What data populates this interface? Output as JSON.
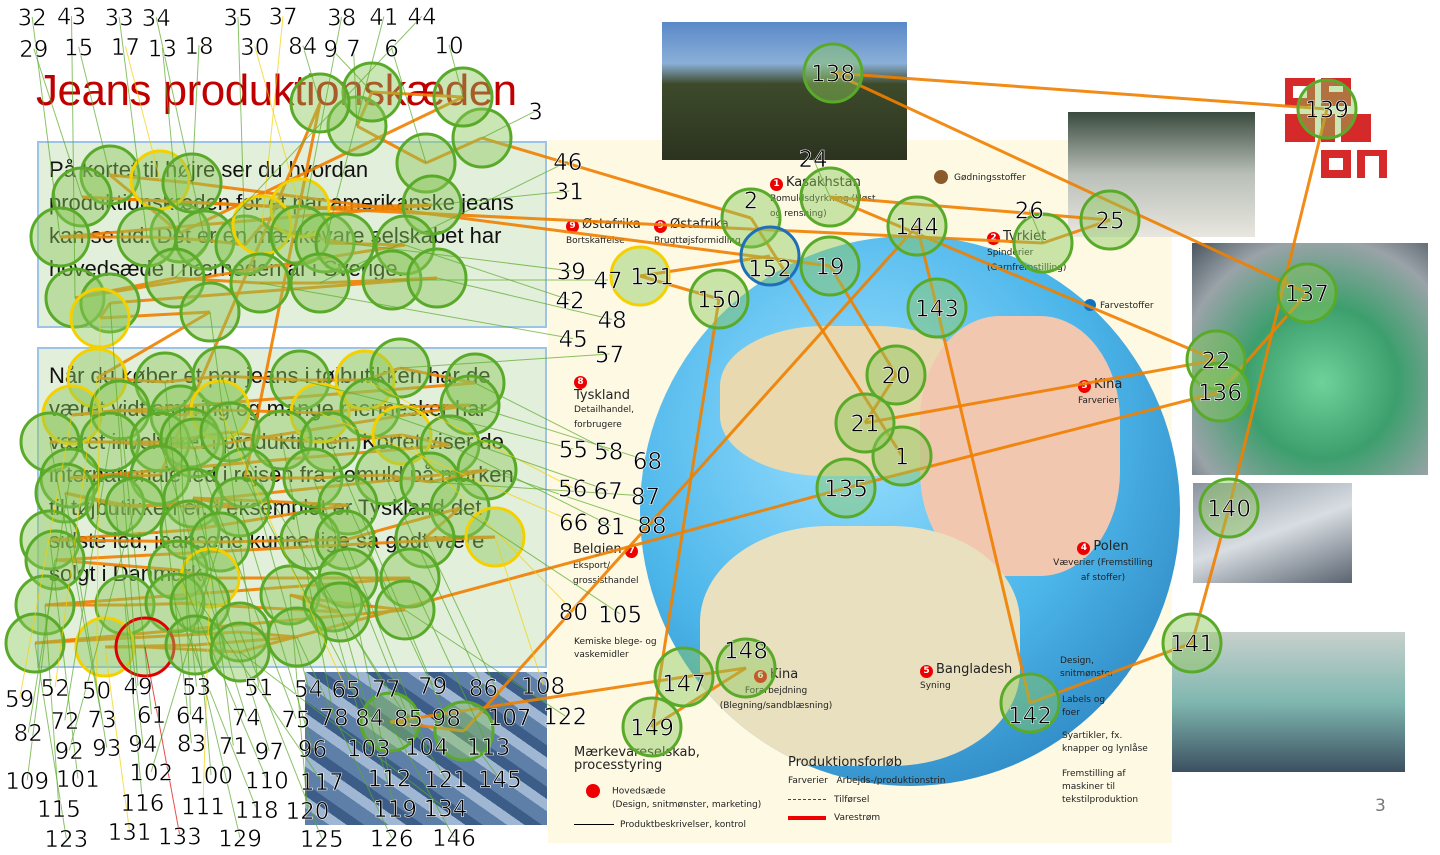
{
  "slide": {
    "title": "Jeans produktionskæden",
    "page_number": "3",
    "paragraph1": "På kortet til højre ser du hvordan produktionskæden for et par amerikanske jeans kan se ud. Det er en mærkevare selskabet har hovedsæde i nærheden af i Sverige.",
    "paragraph2": "Når du køber et par jeans i tøjbutikken har de været vidt omkring og mange mennesker har været involveret i produktionen. Kortet viser de internationale led i rejsen fra bomuld på marken til tøjbutikken er. I eksemplet er Tyskland det sidste led, jeansene kunne lige så godt være solgt i Danmark",
    "logo_text": "OR SIL ON"
  },
  "map": {
    "labels": [
      {
        "n": "1",
        "name": "Kasakhstan",
        "sub": "Bomuldsdyrkning (Høst og rensning)"
      },
      {
        "n": "2",
        "name": "Tyrkiet",
        "sub": "Spinderier (Garnfremstilling)"
      },
      {
        "n": "3",
        "name": "Kina",
        "sub": "Farverier"
      },
      {
        "n": "4",
        "name": "Polen",
        "sub": "Væverier (Fremstilling af stoffer)"
      },
      {
        "n": "5",
        "name": "Bangladesh",
        "sub": "Syning"
      },
      {
        "n": "6",
        "name": "Kina",
        "sub": "Forarbejdning (Blegning/sandblæsning)"
      },
      {
        "n": "7",
        "name": "Belgien",
        "sub": "Eksport/ grossisthandel"
      },
      {
        "n": "8",
        "name": "Tyskland",
        "sub": "Detailhandel, forbrugere"
      },
      {
        "n": "9",
        "name": "Østafrika",
        "sub": "Brugttøjsformidling"
      },
      {
        "n": "9",
        "name": "Østafrika",
        "sub": "Bortskaffelse"
      }
    ],
    "inputs": {
      "fertilizer": "Gødningsstoffer",
      "dyes": "Farvestoffer",
      "chemicals": "Kemiske blege- og vaskemidler",
      "design": "Design, snitmønster",
      "labels": "Labels og foer",
      "accessories": "Syartikler, fx. knapper og lynlåse",
      "machines": "Fremstilling af maskiner til tekstilproduktion"
    },
    "legend": {
      "company_title": "Mærkevareselskab, processtyring",
      "hq": "Hovedsæde",
      "hq_sub": "(Design, snitmønster, marketing)",
      "product_desc": "Produktbeskrivelser, kontrol",
      "flow_title": "Produktionsforløb",
      "dyehouse": "Farverier",
      "step": "Arbejds-/produktionstrin",
      "supply": "Tilførsel",
      "goods": "Varestrøm"
    }
  },
  "fixations": [
    {
      "l": "1",
      "c": "g"
    },
    {
      "l": "2",
      "c": "g"
    },
    {
      "l": "3",
      "c": "g"
    },
    {
      "l": "6",
      "c": "g"
    },
    {
      "l": "7",
      "c": "g"
    },
    {
      "l": "9",
      "c": "g"
    },
    {
      "l": "10",
      "c": "g"
    },
    {
      "l": "84",
      "c": "g"
    },
    {
      "l": "13",
      "c": "g"
    },
    {
      "l": "15",
      "c": "g"
    },
    {
      "l": "17",
      "c": "y"
    },
    {
      "l": "18",
      "c": "g"
    },
    {
      "l": "19",
      "c": "g"
    },
    {
      "l": "20",
      "c": "g"
    },
    {
      "l": "21",
      "c": "g"
    },
    {
      "l": "22",
      "c": "g"
    },
    {
      "l": "24",
      "c": "g"
    },
    {
      "l": "25",
      "c": "g"
    },
    {
      "l": "26",
      "c": "g"
    },
    {
      "l": "29",
      "c": "g"
    },
    {
      "l": "30",
      "c": "y"
    },
    {
      "l": "31",
      "c": "g"
    },
    {
      "l": "32",
      "c": "g"
    },
    {
      "l": "33",
      "c": "g"
    },
    {
      "l": "34",
      "c": "g"
    },
    {
      "l": "35",
      "c": "g"
    },
    {
      "l": "37",
      "c": "y"
    },
    {
      "l": "38",
      "c": "g"
    },
    {
      "l": "41",
      "c": "g"
    },
    {
      "l": "39",
      "c": "g"
    },
    {
      "l": "42",
      "c": "g"
    },
    {
      "l": "44",
      "c": "g"
    },
    {
      "l": "45",
      "c": "g"
    },
    {
      "l": "46",
      "c": "g"
    },
    {
      "l": "47",
      "c": "g"
    },
    {
      "l": "48",
      "c": "g"
    },
    {
      "l": "43",
      "c": "g"
    },
    {
      "l": "49",
      "c": "g"
    },
    {
      "l": "50",
      "c": "y"
    },
    {
      "l": "51",
      "c": "g"
    },
    {
      "l": "52",
      "c": "y"
    },
    {
      "l": "53",
      "c": "g"
    },
    {
      "l": "54",
      "c": "g"
    },
    {
      "l": "55",
      "c": "g"
    },
    {
      "l": "56",
      "c": "y"
    },
    {
      "l": "57",
      "c": "g"
    },
    {
      "l": "58",
      "c": "g"
    },
    {
      "l": "59",
      "c": "y"
    },
    {
      "l": "61",
      "c": "g"
    },
    {
      "l": "64",
      "c": "g"
    },
    {
      "l": "65",
      "c": "y"
    },
    {
      "l": "66",
      "c": "y"
    },
    {
      "l": "67",
      "c": "g"
    },
    {
      "l": "68",
      "c": "g"
    },
    {
      "l": "73",
      "c": "g"
    },
    {
      "l": "72",
      "c": "g"
    },
    {
      "l": "74",
      "c": "g"
    },
    {
      "l": "75",
      "c": "g"
    },
    {
      "l": "71",
      "c": "g"
    },
    {
      "l": "77",
      "c": "g"
    },
    {
      "l": "78",
      "c": "g"
    },
    {
      "l": "79",
      "c": "g"
    },
    {
      "l": "80",
      "c": "y"
    },
    {
      "l": "81",
      "c": "g"
    },
    {
      "l": "82",
      "c": "g"
    },
    {
      "l": "83",
      "c": "g"
    },
    {
      "l": "84",
      "c": "g"
    },
    {
      "l": "85",
      "c": "g"
    },
    {
      "l": "86",
      "c": "g"
    },
    {
      "l": "87",
      "c": "g"
    },
    {
      "l": "88",
      "c": "g"
    },
    {
      "l": "93",
      "c": "g"
    },
    {
      "l": "94",
      "c": "g"
    },
    {
      "l": "92",
      "c": "g"
    },
    {
      "l": "97",
      "c": "g"
    },
    {
      "l": "96",
      "c": "g"
    },
    {
      "l": "98",
      "c": "g"
    },
    {
      "l": "105",
      "c": "g"
    },
    {
      "l": "108",
      "c": "y"
    },
    {
      "l": "100",
      "c": "g"
    },
    {
      "l": "101",
      "c": "g"
    },
    {
      "l": "102",
      "c": "g"
    },
    {
      "l": "103",
      "c": "g"
    },
    {
      "l": "104",
      "c": "g"
    },
    {
      "l": "107",
      "c": "g"
    },
    {
      "l": "109",
      "c": "g"
    },
    {
      "l": "110",
      "c": "g"
    },
    {
      "l": "111",
      "c": "y"
    },
    {
      "l": "112",
      "c": "g"
    },
    {
      "l": "113",
      "c": "g"
    },
    {
      "l": "115",
      "c": "g"
    },
    {
      "l": "116",
      "c": "g"
    },
    {
      "l": "118",
      "c": "g"
    },
    {
      "l": "117",
      "c": "g"
    },
    {
      "l": "120",
      "c": "g"
    },
    {
      "l": "121",
      "c": "g"
    },
    {
      "l": "119",
      "c": "g"
    },
    {
      "l": "122",
      "c": "g"
    },
    {
      "l": "123",
      "c": "g"
    },
    {
      "l": "131",
      "c": "y"
    },
    {
      "l": "133",
      "c": "r"
    },
    {
      "l": "129",
      "c": "g"
    },
    {
      "l": "125",
      "c": "g"
    },
    {
      "l": "126",
      "c": "g"
    },
    {
      "l": "134",
      "c": "g"
    },
    {
      "l": "135",
      "c": "g"
    },
    {
      "l": "136",
      "c": "g"
    },
    {
      "l": "137",
      "c": "g"
    },
    {
      "l": "138",
      "c": "g"
    },
    {
      "l": "139",
      "c": "g"
    },
    {
      "l": "140",
      "c": "g"
    },
    {
      "l": "141",
      "c": "g"
    },
    {
      "l": "142",
      "c": "g"
    },
    {
      "l": "143",
      "c": "g"
    },
    {
      "l": "144",
      "c": "g"
    },
    {
      "l": "145",
      "c": "g"
    },
    {
      "l": "146",
      "c": "g"
    },
    {
      "l": "147",
      "c": "g"
    },
    {
      "l": "148",
      "c": "g"
    },
    {
      "l": "149",
      "c": "g"
    },
    {
      "l": "150",
      "c": "g"
    },
    {
      "l": "151",
      "c": "y"
    },
    {
      "l": "152",
      "c": "b"
    }
  ],
  "colors": {
    "title": "#c00000",
    "gaze_line": "#f08000",
    "fix_green": "#5aaa2a",
    "fix_yellow": "#f5d000",
    "fix_red": "#e00000",
    "fix_blue": "#1e6fb8"
  }
}
